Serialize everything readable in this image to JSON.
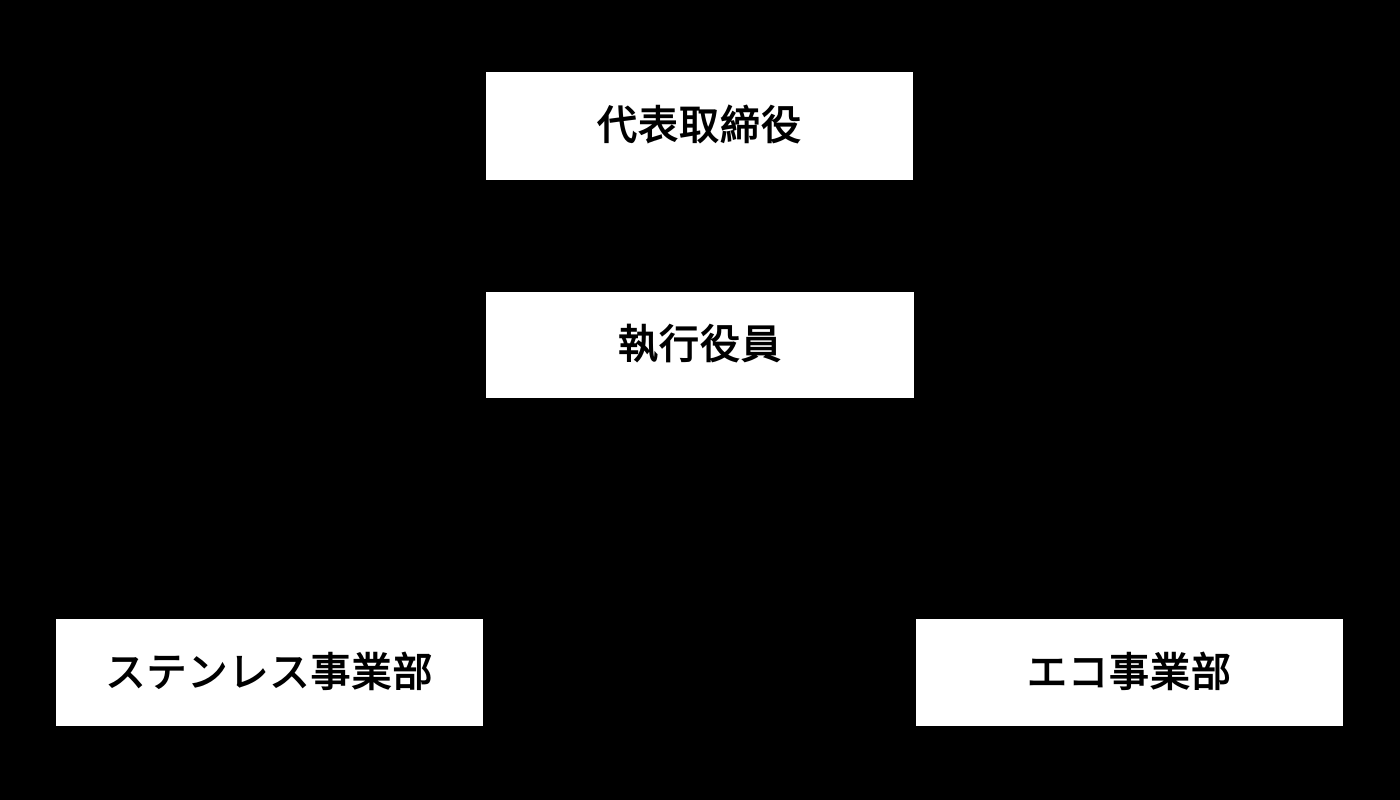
{
  "diagram": {
    "type": "org-chart",
    "background_color": "#000000",
    "node_fill_color": "#ffffff",
    "node_text_color": "#000000",
    "nodes": [
      {
        "label": "代表取締役",
        "level": 1
      },
      {
        "label": "執行役員",
        "level": 2
      },
      {
        "label": "ステンレス事業部",
        "level": 3
      },
      {
        "label": "エコ事業部",
        "level": 3
      }
    ]
  }
}
